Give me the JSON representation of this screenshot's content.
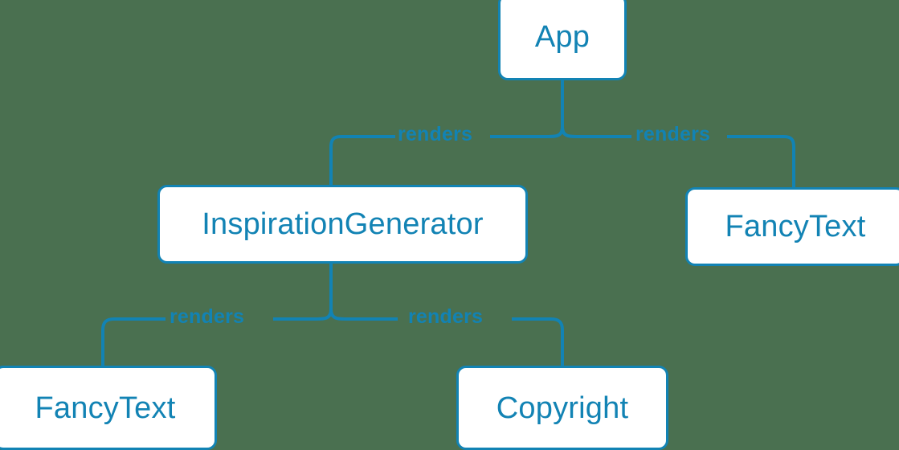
{
  "diagram": {
    "type": "component-tree",
    "background_color": "#4a7050",
    "accent_color": "#1283b4",
    "node_fill_color": "#ffffff",
    "nodes": [
      {
        "id": "app",
        "label": "App",
        "level": 0
      },
      {
        "id": "inspiration_generator",
        "label": "InspirationGenerator",
        "level": 1
      },
      {
        "id": "fancy_text_right",
        "label": "FancyText",
        "level": 1
      },
      {
        "id": "fancy_text_left",
        "label": "FancyText",
        "level": 2
      },
      {
        "id": "copyright",
        "label": "Copyright",
        "level": 2
      }
    ],
    "edges": [
      {
        "from": "app",
        "to": "inspiration_generator",
        "label": "renders"
      },
      {
        "from": "app",
        "to": "fancy_text_right",
        "label": "renders"
      },
      {
        "from": "inspiration_generator",
        "to": "fancy_text_left",
        "label": "renders"
      },
      {
        "from": "inspiration_generator",
        "to": "copyright",
        "label": "renders"
      }
    ]
  }
}
